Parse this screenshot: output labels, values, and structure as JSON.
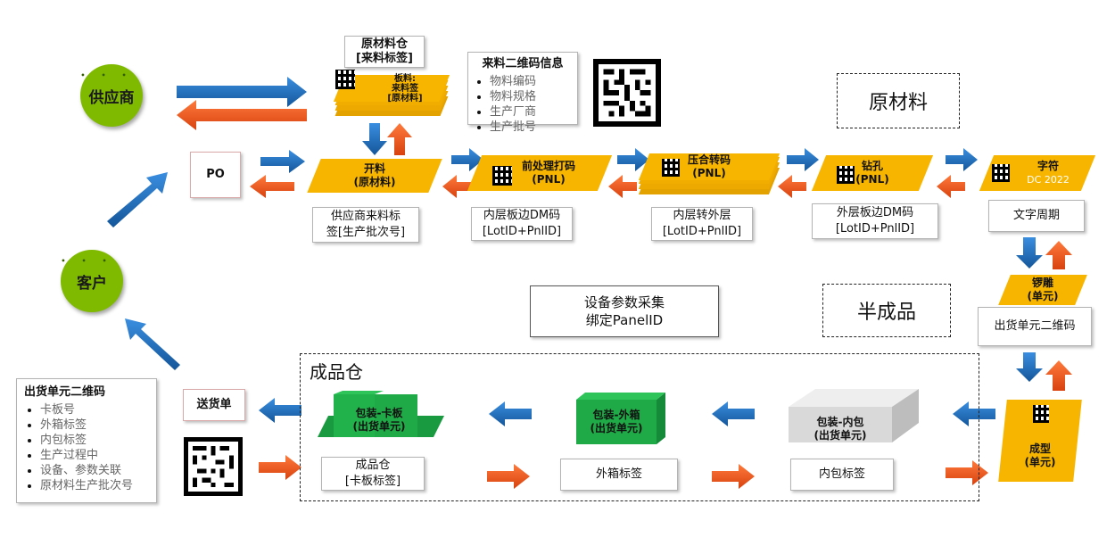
{
  "nodes": {
    "supplier": "供应商",
    "customer": "客户",
    "po": "PO",
    "delivery_note": "送货单"
  },
  "raw_material": {
    "warehouse_title_1": "原材料仓",
    "warehouse_title_2": "[来料标签]",
    "board_label_1": "板料:",
    "board_label_2": "来料签",
    "board_label_3": "[原材料]",
    "incoming_qr_title": "来料二维码信息",
    "incoming_qr_items": [
      "物料编码",
      "物料规格",
      "生产厂商",
      "生产批号"
    ],
    "section_label": "原材料"
  },
  "process": {
    "cutting_1": "开料",
    "cutting_2": "(原材料)",
    "pretreat_1": "前处理打码",
    "pretreat_2": "(PNL)",
    "lamination_1": "压合转码",
    "lamination_2": "(PNL)",
    "drilling_1": "钻孔",
    "drilling_2": "(PNL)",
    "legend_1": "字符",
    "legend_2": "DC 2022",
    "routing_1": "锣雕",
    "routing_2": "(单元)",
    "forming_1": "成型",
    "forming_2": "(单元)"
  },
  "captions": {
    "supplier_label_1": "供应商来料标",
    "supplier_label_2": "签[生产批次号]",
    "inner_dm_1": "内层板边DM码",
    "inner_dm_2": "[LotID+PnlID]",
    "inner_outer_1": "内层转外层",
    "inner_outer_2": "[LotID+PnlID]",
    "outer_dm_1": "外层板边DM码",
    "outer_dm_2": "[LotID+PnlID]",
    "date_code": "文字周期",
    "ship_unit_qr": "出货单元二维码"
  },
  "semi": {
    "section_label": "半成品",
    "equipment_1": "设备参数采集",
    "equipment_2": "绑定PanelID"
  },
  "finished": {
    "section_label": "成品仓",
    "pallet_1": "包装-卡板",
    "pallet_2": "(出货单元)",
    "carton_1": "包装-外箱",
    "carton_2": "(出货单元)",
    "inner_1": "包装-内包",
    "inner_2": "(出货单元)",
    "pallet_caption_1": "成品仓",
    "pallet_caption_2": "[卡板标签]",
    "carton_caption": "外箱标签",
    "inner_caption": "内包标签"
  },
  "ship_qr_info": {
    "title": "出货单元二维码",
    "items": [
      "卡板号",
      "外箱标签",
      "内包标签",
      "生产过程中",
      "设备、参数关联",
      "原材料生产批次号"
    ]
  },
  "colors": {
    "blue_arrow": "#1f6fbf",
    "orange_arrow": "#f05a22",
    "yellow": "#f7b500",
    "green_box": "#1fb14a",
    "gray_box": "#d9d9d9",
    "customer_green": "#7fba00"
  }
}
